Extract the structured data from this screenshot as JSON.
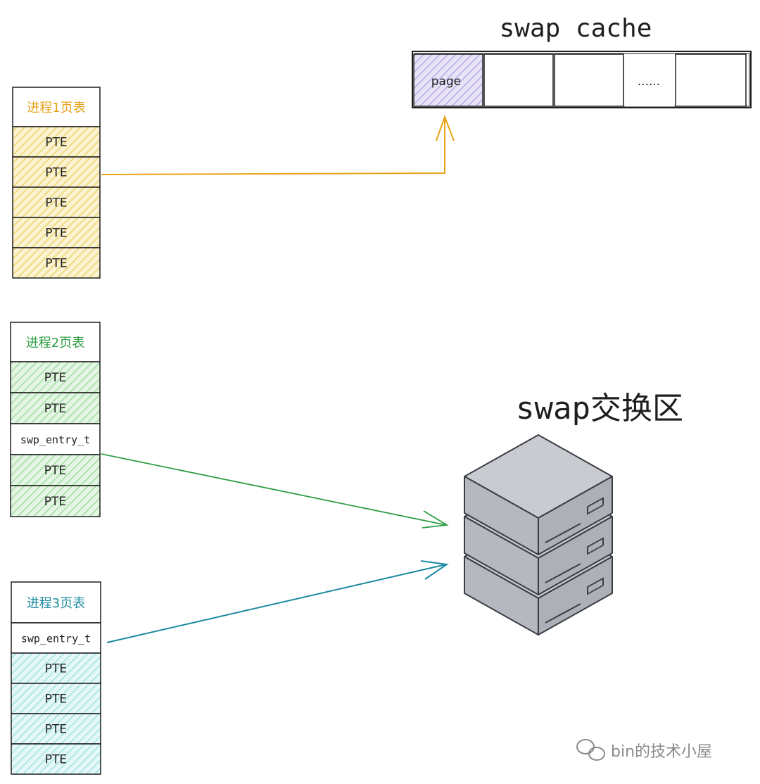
{
  "swap_cache": {
    "title": "swap cache",
    "slots": [
      "page",
      "",
      "",
      "......",
      ""
    ]
  },
  "swap_area": {
    "title": "swap交换区"
  },
  "tables": [
    {
      "header": "进程1页表",
      "color": "#e8a317",
      "fill": "#f6e7a6",
      "entries": [
        "PTE",
        "PTE",
        "PTE",
        "PTE",
        "PTE"
      ]
    },
    {
      "header": "进程2页表",
      "color": "#2f9e44",
      "fill": "#bfe6bf",
      "entries": [
        "PTE",
        "PTE",
        "swp_entry_t",
        "PTE",
        "PTE"
      ]
    },
    {
      "header": "进程3页表",
      "color": "#1a8a9e",
      "fill": "#b9ecec",
      "entries": [
        "swp_entry_t",
        "PTE",
        "PTE",
        "PTE",
        "PTE"
      ]
    }
  ],
  "watermark": "bin的技术小屋",
  "colors": {
    "page_fill": "#c9c0e8",
    "server_fill": "#b9bbc2",
    "server_stroke": "#3a3d44"
  }
}
